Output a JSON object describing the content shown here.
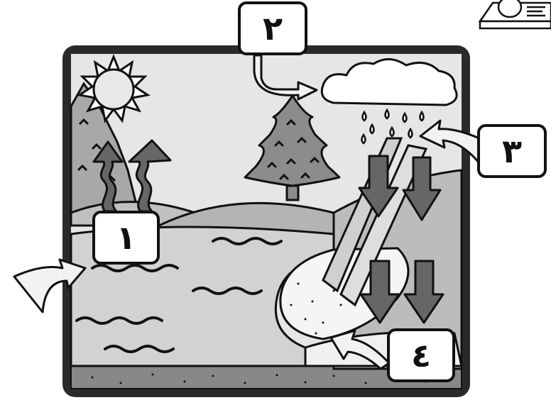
{
  "labels": {
    "stage_1": "١",
    "stage_2": "٢",
    "stage_3": "٣",
    "stage_4": "٤"
  },
  "icons": [
    "sun-icon",
    "cloud-icon",
    "raindrop-icon",
    "pine-tree-icon",
    "evaporation-arrow-icon",
    "precipitation-arrow-icon",
    "pointer-arrow-icon",
    "book-icon"
  ],
  "colors": {
    "outline": "#111111",
    "frame": "#2a2a2a",
    "sky": "#e6e6e6",
    "hill": "#b4b4b4",
    "water": "#d2d2d2",
    "tree": "#8c8c8c",
    "arrow": "#666666",
    "soil": "#888888",
    "pointer": "#f2f2f2"
  }
}
